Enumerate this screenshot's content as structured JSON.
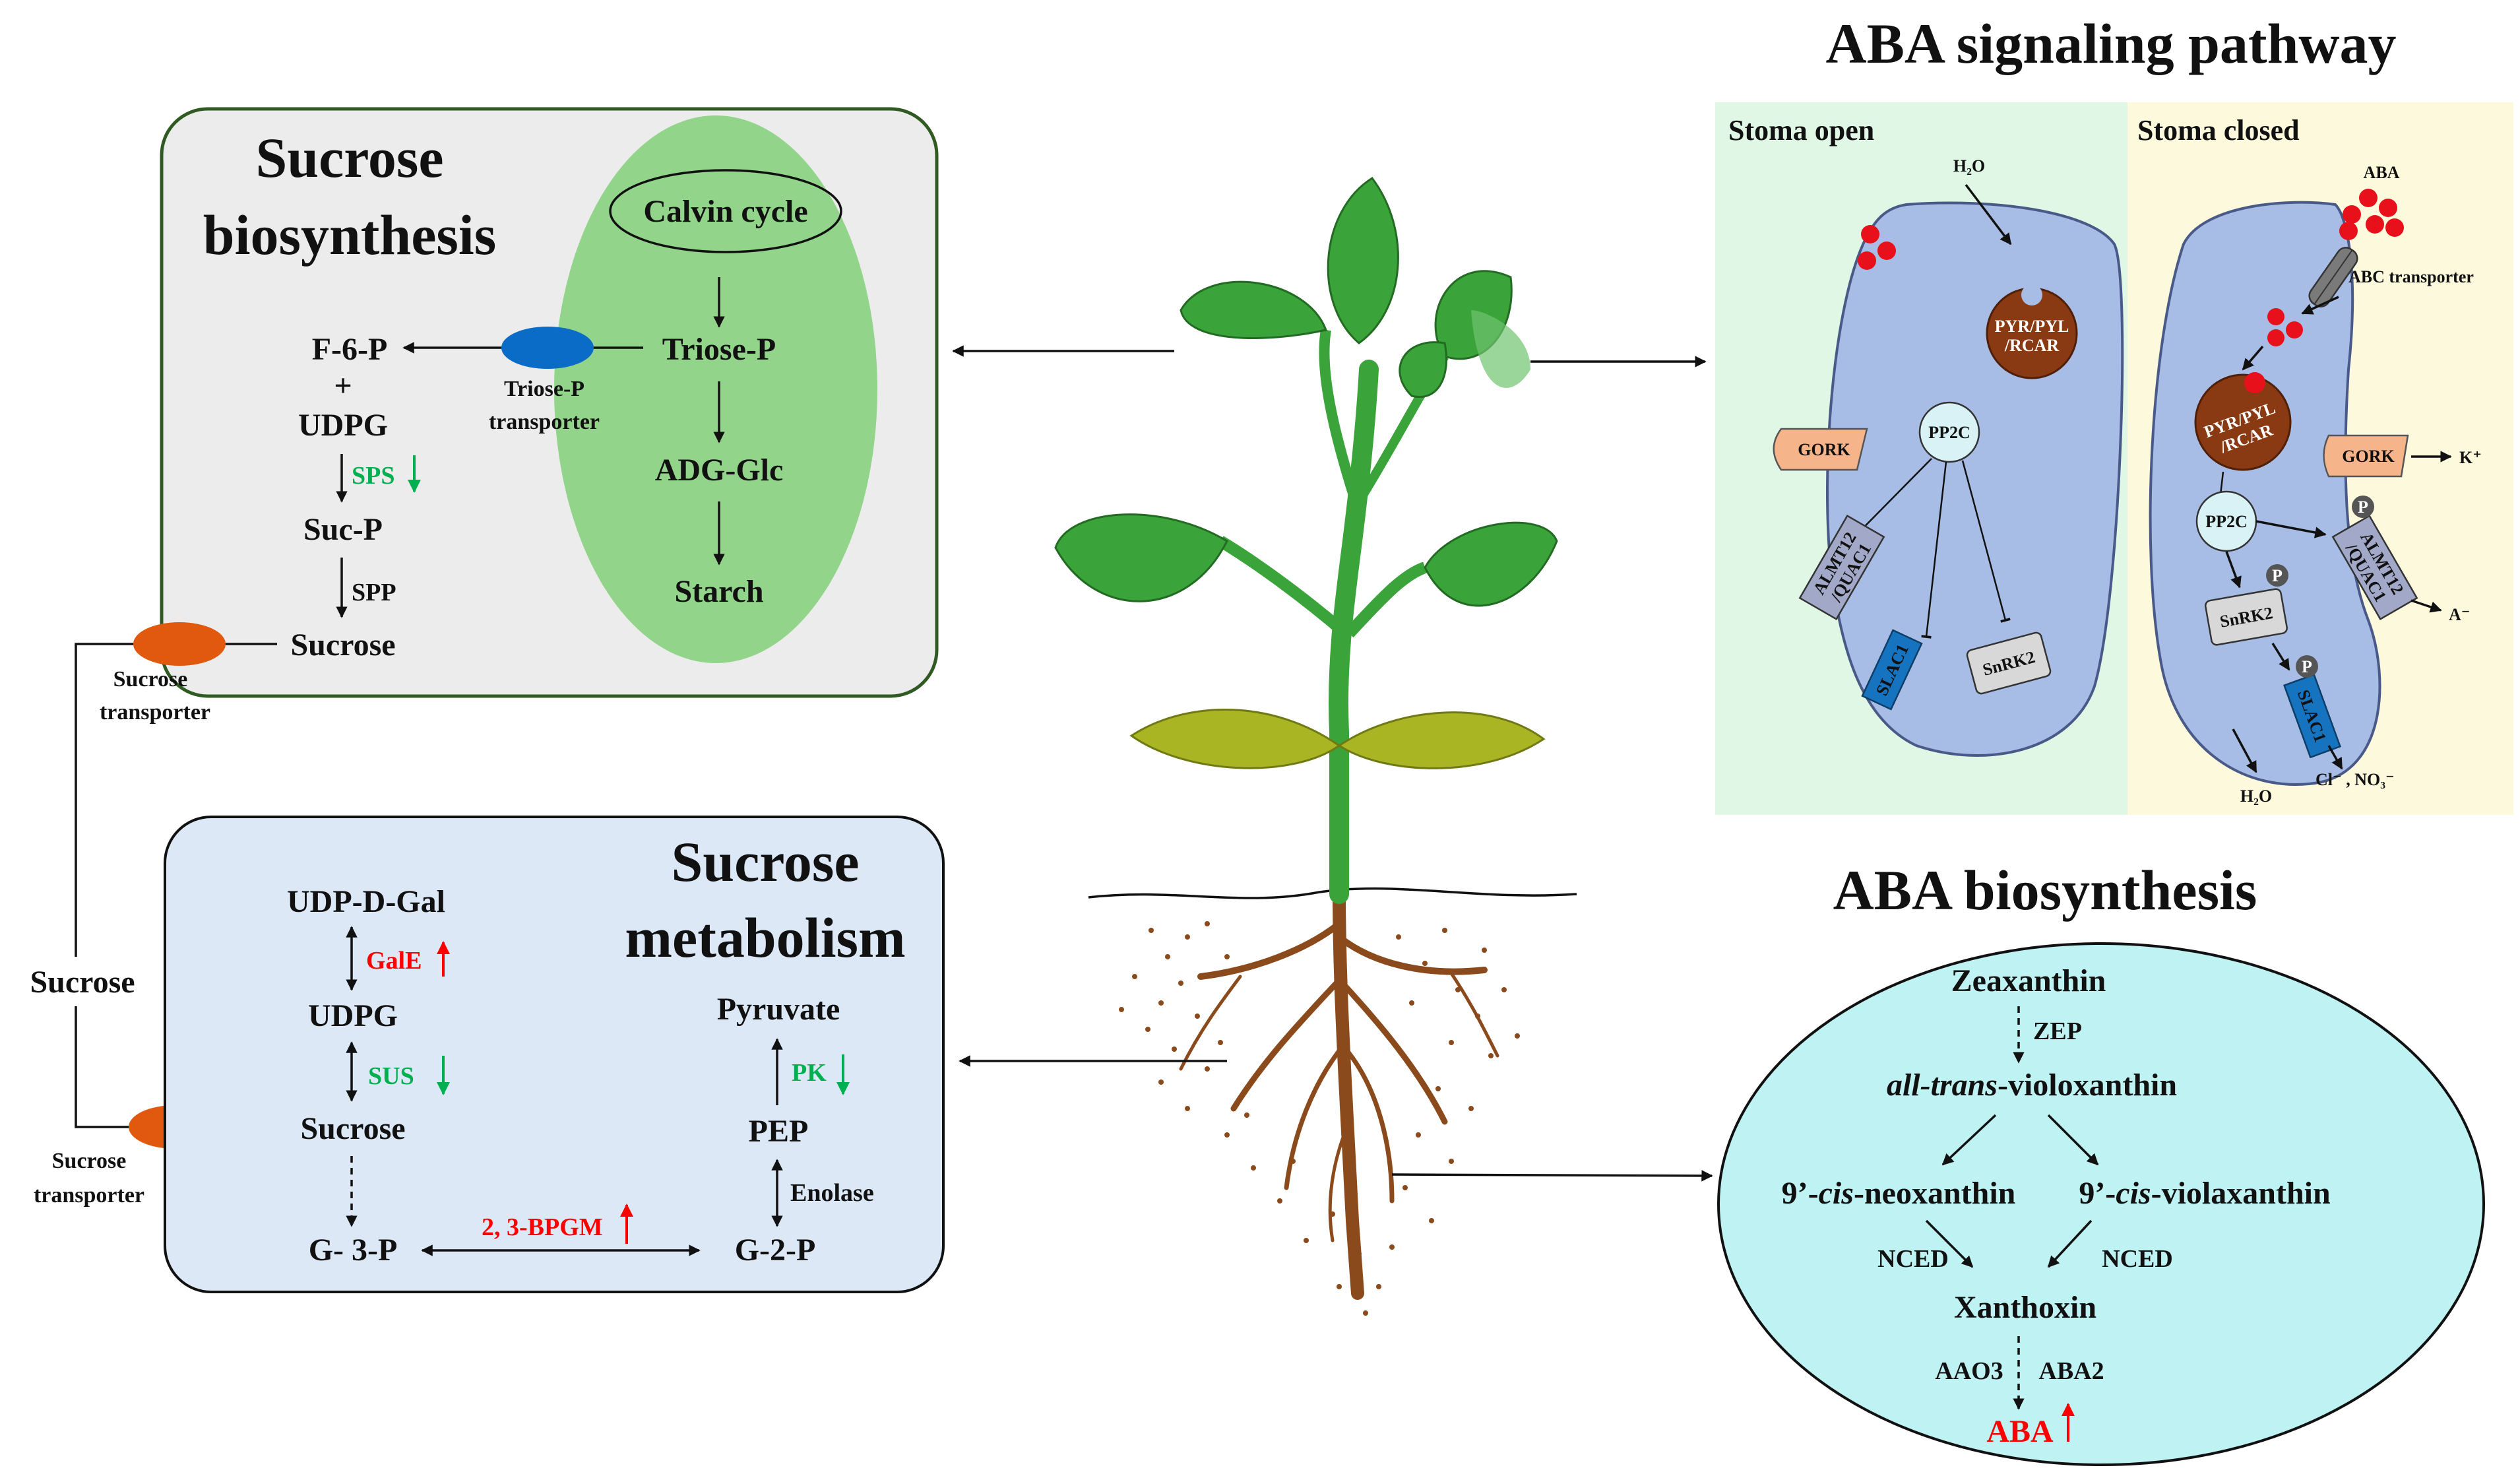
{
  "colors": {
    "sucrose_box_fill": "#ececec",
    "sucrose_box_border": "#2f5a22",
    "chloroplast": "#92d58a",
    "metabolism_box_fill": "#dce8f6",
    "stoma_open_bg": "#dff7e4",
    "stoma_closed_bg": "#fdf9dc",
    "guard_cell": "#a7bde6",
    "aba_circle": "#bff2f2",
    "transporter_orange": "#e0590f",
    "transporter_blue": "#0b6cc8",
    "increase": "#ff0000",
    "decrease": "#00b050",
    "leaf_green": "#3aa33a",
    "root_brown": "#8b4a1c"
  },
  "sucrose_biosynthesis": {
    "title_line1": "Sucrose",
    "title_line2": "biosynthesis",
    "calvin": "Calvin cycle",
    "triose_p": "Triose-P",
    "adg_glc": "ADG-Glc",
    "starch": "Starch",
    "f6p": "F-6-P",
    "plus": "+",
    "udpg": "UDPG",
    "sps": "SPS",
    "sucp": "Suc-P",
    "spp": "SPP",
    "sucrose": "Sucrose",
    "triose_transporter_line1": "Triose-P",
    "triose_transporter_line2": "transporter"
  },
  "sucrose_transport": {
    "top_label_line1": "Sucrose",
    "top_label_line2": "transporter",
    "middle_label": "Sucrose",
    "bottom_label_line1": "Sucrose",
    "bottom_label_line2": "transporter"
  },
  "sucrose_metabolism": {
    "title_line1": "Sucrose",
    "title_line2": "metabolism",
    "udp_d_gal": "UDP-D-Gal",
    "gale": "GalE",
    "udpg": "UDPG",
    "sus": "SUS",
    "sucrose": "Sucrose",
    "g3p": "G- 3-P",
    "bpgm": "2, 3-BPGM",
    "g2p": "G-2-P",
    "enolase": "Enolase",
    "pep": "PEP",
    "pk": "PK",
    "pyruvate": "Pyruvate"
  },
  "aba_signaling": {
    "title": "ABA signaling pathway",
    "open_header": "Stoma open",
    "closed_header": "Stoma closed",
    "h2o_top": "H₂O",
    "receptor_line1": "PYR/PYL",
    "receptor_line2": "/RCAR",
    "pp2c": "PP2C",
    "gork": "GORK",
    "almt_line1": "ALMT12",
    "almt_line2": "/QUAC1",
    "slac1": "SLAC1",
    "snrk2": "SnRK2",
    "aba_label": "ABA",
    "abc_transporter": "ABC transporter",
    "k_plus": "K⁺",
    "anion": "A⁻",
    "p": "P",
    "h2o_bottom": "H₂O",
    "cl_no3": "Cl⁻ , NO₃⁻"
  },
  "aba_biosynthesis": {
    "title": "ABA biosynthesis",
    "zeaxanthin": "Zeaxanthin",
    "zep": "ZEP",
    "all_trans_prefix": "all-trans",
    "all_trans_suffix": "-violoxanthin",
    "neo_prefix": "9’-",
    "neo_cis": "cis",
    "neo_suffix": "-neoxanthin",
    "viola_prefix": "9’-",
    "viola_cis": "cis",
    "viola_suffix": "-violaxanthin",
    "nced_left": "NCED",
    "nced_right": "NCED",
    "xanthoxin": "Xanthoxin",
    "aao3": "AAO3",
    "aba2": "ABA2",
    "aba": "ABA"
  }
}
